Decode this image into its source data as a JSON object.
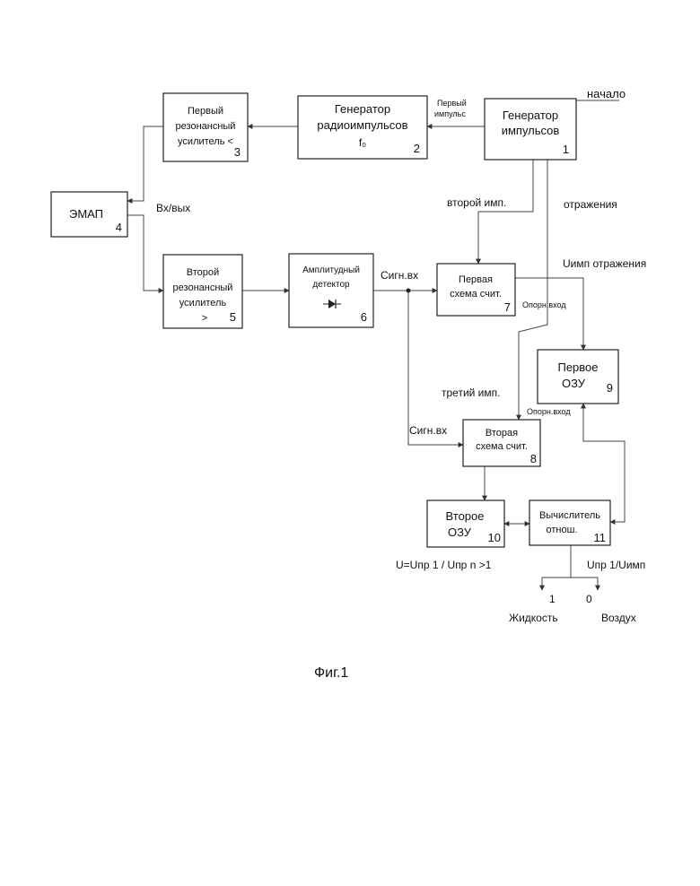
{
  "blocks": {
    "b1": {
      "line1": "Генератор",
      "line2": "импульсов",
      "num": "1"
    },
    "b2": {
      "line1": "Генератор",
      "line2": "радиоимпульсов",
      "line3": "f₀",
      "num": "2"
    },
    "b3": {
      "line1": "Первый",
      "line2": "резонансный",
      "line3": "усилитель <",
      "num": "3"
    },
    "b4": {
      "line1": "ЭМАП",
      "num": "4"
    },
    "b5": {
      "line1": "Второй",
      "line2": "резонансный",
      "line3": "усилитель",
      "line4": ">",
      "num": "5"
    },
    "b6": {
      "line1": "Амплитудный",
      "line2": "детектор",
      "num": "6"
    },
    "b7": {
      "line1": "Первая",
      "line2": "схема счит.",
      "num": "7"
    },
    "b8": {
      "line1": "Вторая",
      "line2": "схема счит.",
      "num": "8"
    },
    "b9": {
      "line1": "Первое",
      "line2": "ОЗУ",
      "num": "9"
    },
    "b10": {
      "line1": "Второе",
      "line2": "ОЗУ",
      "num": "10"
    },
    "b11": {
      "line1": "Вычислитель",
      "line2": "отнош.",
      "num": "11"
    }
  },
  "labels": {
    "start": "начало",
    "first_pulse_1": "Первый",
    "first_pulse_2": "импульс",
    "inout": "Вх/вых",
    "second_pulse": "второй имп.",
    "reflection": "отражения",
    "u_reflection": "Uимп отражения",
    "sig_in_1": "Сигн.вх",
    "ref_in_1": "Опорн.вход",
    "third_pulse": "третий имп.",
    "ref_in_2": "Опорн.вход",
    "sig_in_2": "Сигн.вх",
    "formula_left": "U=Uпр 1 / Uпр n >1",
    "formula_right": "Uпр 1/Uимп",
    "out_1": "1",
    "out_0": "0",
    "liquid": "Жидкость",
    "air": "Воздух",
    "figure": "Фиг.1"
  }
}
